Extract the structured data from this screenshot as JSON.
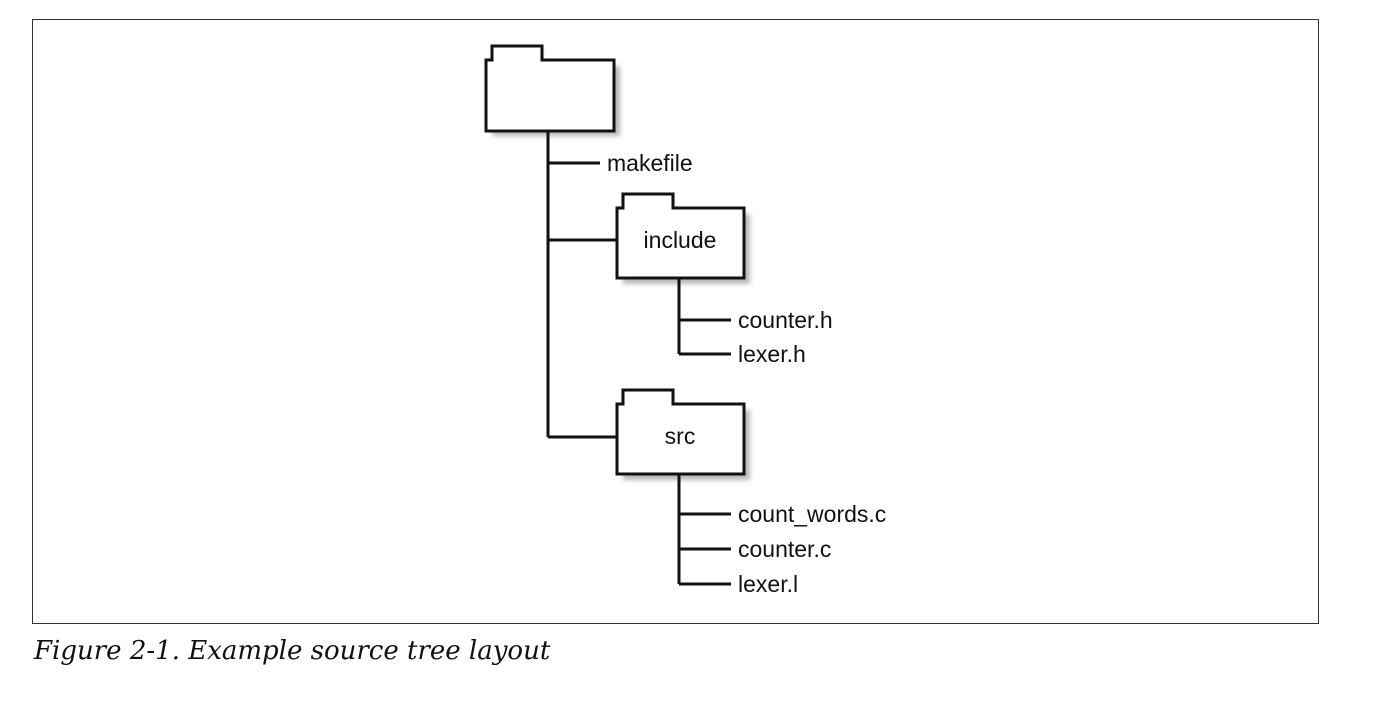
{
  "figure": {
    "caption": "Figure 2-1. Example source tree layout"
  },
  "tree": {
    "root": {
      "label": "",
      "children": [
        {
          "type": "file",
          "label": "makefile"
        },
        {
          "type": "folder",
          "label": "include",
          "children": [
            {
              "type": "file",
              "label": "counter.h"
            },
            {
              "type": "file",
              "label": "lexer.h"
            }
          ]
        },
        {
          "type": "folder",
          "label": "src",
          "children": [
            {
              "type": "file",
              "label": "count_words.c"
            },
            {
              "type": "file",
              "label": "counter.c"
            },
            {
              "type": "file",
              "label": "lexer.l"
            }
          ]
        }
      ]
    }
  },
  "colors": {
    "stroke": "#111111",
    "shadow": "#b8b8b8",
    "folder_fill": "#ffffff"
  }
}
